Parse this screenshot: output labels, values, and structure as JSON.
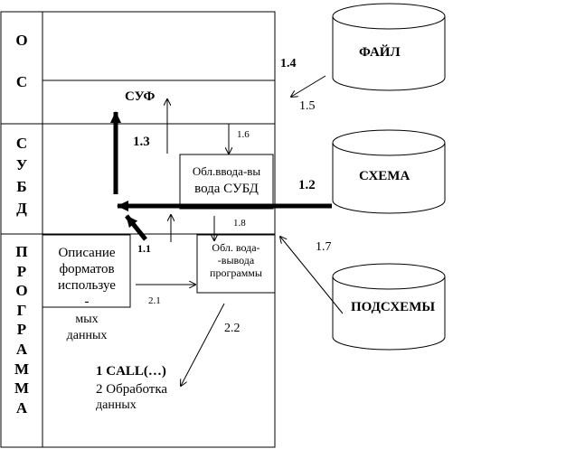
{
  "sections": {
    "os_letters": [
      "О",
      "С"
    ],
    "subd_letters": [
      "С",
      "У",
      "Б",
      "Д"
    ],
    "program_letters": [
      "П",
      "Р",
      "О",
      "Г",
      "Р",
      "А",
      "М",
      "М",
      "А"
    ]
  },
  "databases": {
    "file": "ФАЙЛ",
    "schema": "СХЕМА",
    "subschemas": "ПОДСХЕМЫ"
  },
  "labels": {
    "suf": "СУФ",
    "dbms_buffer_line1": "Обл.ввода-вы",
    "dbms_buffer_line2": "вода СУБД",
    "program_buffer_line1": "Обл. вода-",
    "program_buffer_line2": "-вывода",
    "program_buffer_line3": "программы",
    "data_desc_line1": "Описание",
    "data_desc_line2": "форматов",
    "data_desc_line3": "используе",
    "data_desc_line4": "-",
    "data_desc_line5": "мых",
    "data_desc_line6": "данных",
    "call": "1 CALL(…)",
    "processing_line1": "2 Обработка",
    "processing_line2": "данных"
  },
  "step_numbers": {
    "s1_1": "1.1",
    "s1_2": "1.2",
    "s1_3": "1.3",
    "s1_4": "1.4",
    "s1_5": "1.5",
    "s1_6": "1.6",
    "s1_7": "1.7",
    "s1_8": "1.8",
    "s2_1": "2.1",
    "s2_2": "2.2"
  }
}
